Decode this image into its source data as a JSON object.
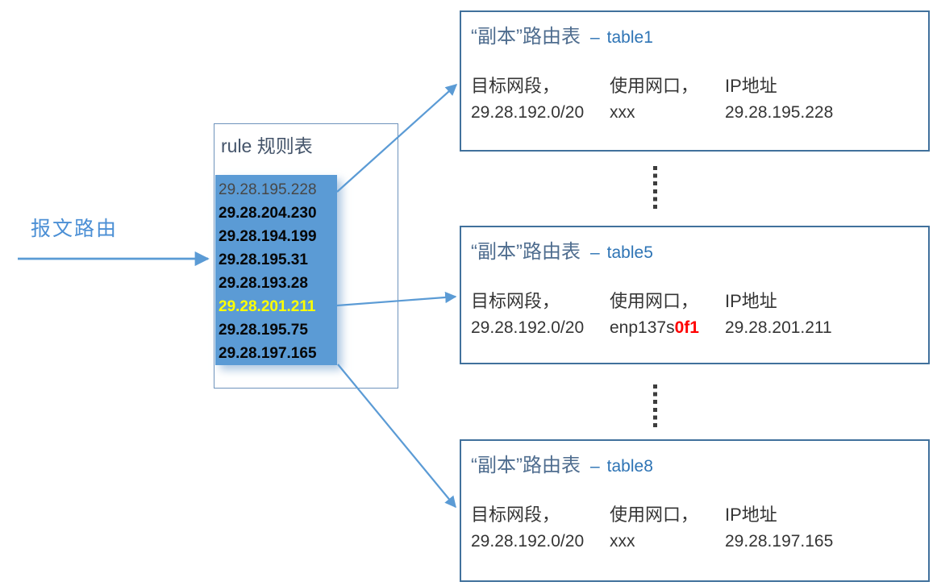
{
  "colors": {
    "accent_blue": "#5B9BD5",
    "card_border_blue": "#41719C",
    "card_title_cn_blue": "#4F6D8F",
    "card_title_en_blue": "#2E74B5",
    "rule_title_slate": "#44546A",
    "list_fill_blue": "#5B9BD5",
    "highlight_yellow": "#FFFF00",
    "alert_red": "#FF0000",
    "muted_entry_gray": "#474747"
  },
  "packet_route": {
    "label": "报文路由"
  },
  "rule_table": {
    "title": "rule 规则表",
    "entries": [
      "29.28.195.228",
      "29.28.204.230",
      "29.28.194.199",
      "29.28.195.31",
      "29.28.193.28",
      "29.28.201.211",
      "29.28.195.75",
      "29.28.197.165"
    ]
  },
  "title_dash": "–",
  "route_tables": [
    {
      "title_cn": "“副本”路由表",
      "table_id": "table1",
      "headers": [
        "目标网段，",
        "使用网口，",
        "IP地址"
      ],
      "row": {
        "dest": "29.28.192.0/20",
        "iface": "xxx",
        "iface_red": "",
        "ip": "29.28.195.228"
      }
    },
    {
      "title_cn": "“副本”路由表",
      "table_id": "table5",
      "headers": [
        "目标网段，",
        "使用网口，",
        "IP地址"
      ],
      "row": {
        "dest": "29.28.192.0/20",
        "iface": "enp137s",
        "iface_red": "0f1",
        "ip": "29.28.201.211"
      }
    },
    {
      "title_cn": "“副本”路由表",
      "table_id": "table8",
      "headers": [
        "目标网段，",
        "使用网口，",
        "IP地址"
      ],
      "row": {
        "dest": "29.28.192.0/20",
        "iface": "xxx",
        "iface_red": "",
        "ip": "29.28.197.165"
      }
    }
  ]
}
